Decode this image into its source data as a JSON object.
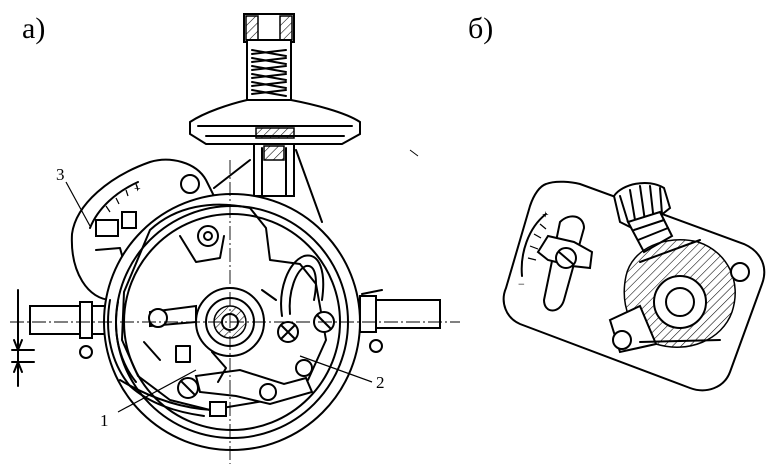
{
  "panels": {
    "a": {
      "label": "а)"
    },
    "b": {
      "label": "б)"
    }
  },
  "callouts": [
    {
      "id": "1",
      "text": "1"
    },
    {
      "id": "2",
      "text": "2"
    },
    {
      "id": "3",
      "text": "3"
    }
  ],
  "scale_marks": {
    "plus": "+",
    "minus": "−"
  },
  "colors": {
    "ink": "#000000",
    "paper": "#ffffff"
  }
}
